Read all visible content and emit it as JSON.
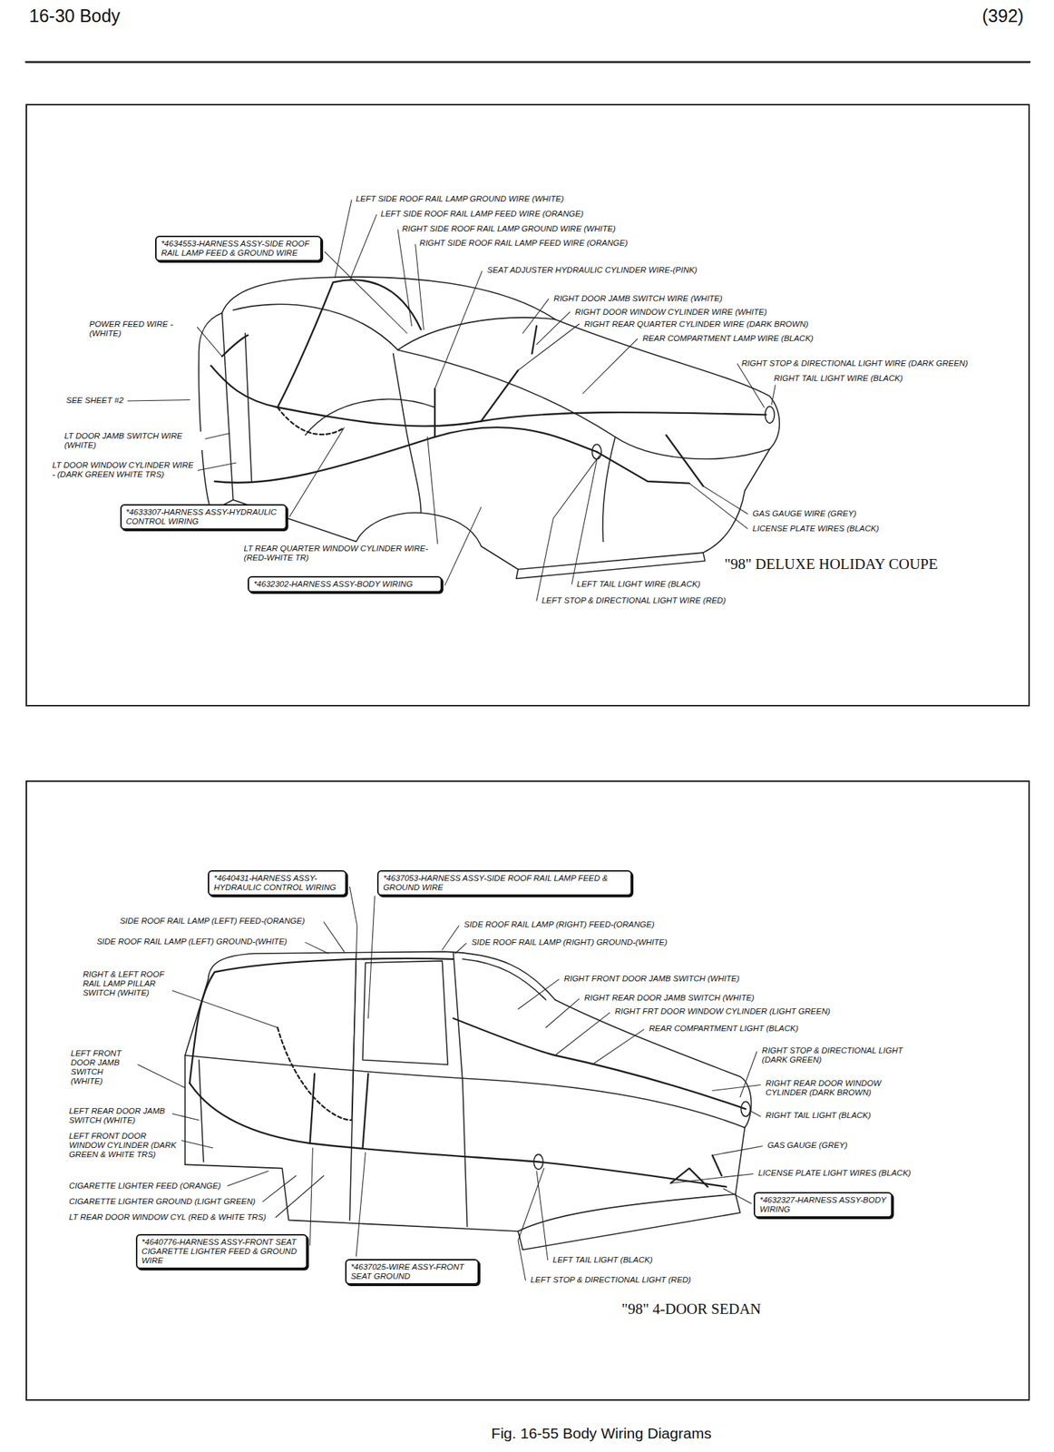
{
  "diagram": {
    "caption": "Fig. 16-55 Body Wiring Diagrams",
    "nodes": [
      {
        "text": [
          "\"98\" DELUXE HOLIDAY COUPE"
        ]
      },
      {
        "text": [
          "*4634553-HARNESS ASSY-SIDE ROOF RAIL LAMP FEED & GROUND WIRE"
        ],
        "in": 0
      },
      {
        "text": [
          "*4633307-HARNESS ASSY-HYDRAULIC CONTROL WIRING"
        ],
        "in": 0
      },
      {
        "text": [
          "*4632302-HARNESS ASSY-BODY WIRING"
        ],
        "in": 0
      },
      {
        "text": [
          "\"98\" 4-DOOR SEDAN"
        ]
      },
      {
        "text": [
          "*4640431-HARNESS ASSY-HYDRAULIC CONTROL WIRING"
        ],
        "in": 4
      },
      {
        "text": [
          "*4637053-HARNESS ASSY-SIDE ROOF RAIL LAMP FEED & GROUND WIRE"
        ],
        "in": 4
      },
      {
        "text": [
          "*4640776-HARNESS ASSY-FRONT SEAT CIGARETTE LIGHTER FEED & GROUND WIRE"
        ],
        "in": 4
      },
      {
        "text": [
          "*4637025-WIRE ASSY-FRONT SEAT GROUND"
        ],
        "in": 4
      },
      {
        "text": [
          "*4632327-HARNESS ASSY-BODY WIRING"
        ],
        "in": 4
      }
    ],
    "labels": [
      "16-30 Body",
      "(392)",
      "LEFT SIDE ROOF RAIL LAMP GROUND WIRE (WHITE)",
      "LEFT SIDE ROOF RAIL LAMP FEED WIRE (ORANGE)",
      "RIGHT SIDE ROOF RAIL LAMP GROUND WIRE (WHITE)",
      "RIGHT SIDE ROOF RAIL LAMP FEED WIRE (ORANGE)",
      "SEAT ADJUSTER HYDRAULIC CYLINDER WIRE-(PINK)",
      "RIGHT DOOR JAMB SWITCH WIRE (WHITE)",
      "RIGHT DOOR WINDOW CYLINDER WIRE (WHITE)",
      "RIGHT REAR QUARTER CYLINDER WIRE (DARK BROWN)",
      "REAR COMPARTMENT LAMP WIRE (BLACK)",
      "RIGHT STOP & DIRECTIONAL LIGHT WIRE (DARK GREEN)",
      "RIGHT TAIL LIGHT WIRE (BLACK)",
      "POWER FEED WIRE - (WHITE)",
      "SEE SHEET #2",
      "LT DOOR JAMB SWITCH WIRE (WHITE)",
      "LT DOOR WINDOW CYLINDER WIRE - (DARK GREEN WHITE TRS)",
      "LT REAR QUARTER WINDOW CYLINDER WIRE-(RED-WHITE TR)",
      "GAS GAUGE WIRE (GREY)",
      "LICENSE PLATE WIRES (BLACK)",
      "LEFT TAIL LIGHT WIRE (BLACK)",
      "LEFT STOP & DIRECTIONAL LIGHT WIRE (RED)",
      "SIDE ROOF RAIL LAMP (LEFT) FEED-(ORANGE)",
      "SIDE ROOF RAIL LAMP (LEFT) GROUND-(WHITE)",
      "SIDE ROOF RAIL LAMP (RIGHT) FEED-(ORANGE)",
      "SIDE ROOF RAIL LAMP (RIGHT) GROUND-(WHITE)",
      "RIGHT & LEFT ROOF RAIL LAMP PILLAR SWITCH (WHITE)",
      "LEFT FRONT DOOR JAMB SWITCH (WHITE)",
      "LEFT REAR DOOR JAMB SWITCH (WHITE)",
      "LEFT FRONT DOOR WINDOW CYLINDER (DARK GREEN & WHITE TRS)",
      "CIGARETTE LIGHTER FEED (ORANGE)",
      "CIGARETTE LIGHTER GROUND (LIGHT GREEN)",
      "LT REAR DOOR WINDOW CYL (RED & WHITE TRS)",
      "RIGHT FRONT DOOR JAMB SWITCH (WHITE)",
      "RIGHT REAR DOOR JAMB SWITCH (WHITE)",
      "RIGHT FRT DOOR WINDOW CYLINDER (LIGHT GREEN)",
      "REAR COMPARTMENT LIGHT (BLACK)",
      "RIGHT STOP & DIRECTIONAL LIGHT (DARK GREEN)",
      "RIGHT REAR DOOR WINDOW CYLINDER (DARK BROWN)",
      "RIGHT TAIL LIGHT (BLACK)",
      "GAS GAUGE (GREY)",
      "LICENSE PLATE LIGHT WIRES (BLACK)",
      "LEFT TAIL LIGHT (BLACK)",
      "LEFT STOP & DIRECTIONAL LIGHT (RED)"
    ]
  }
}
